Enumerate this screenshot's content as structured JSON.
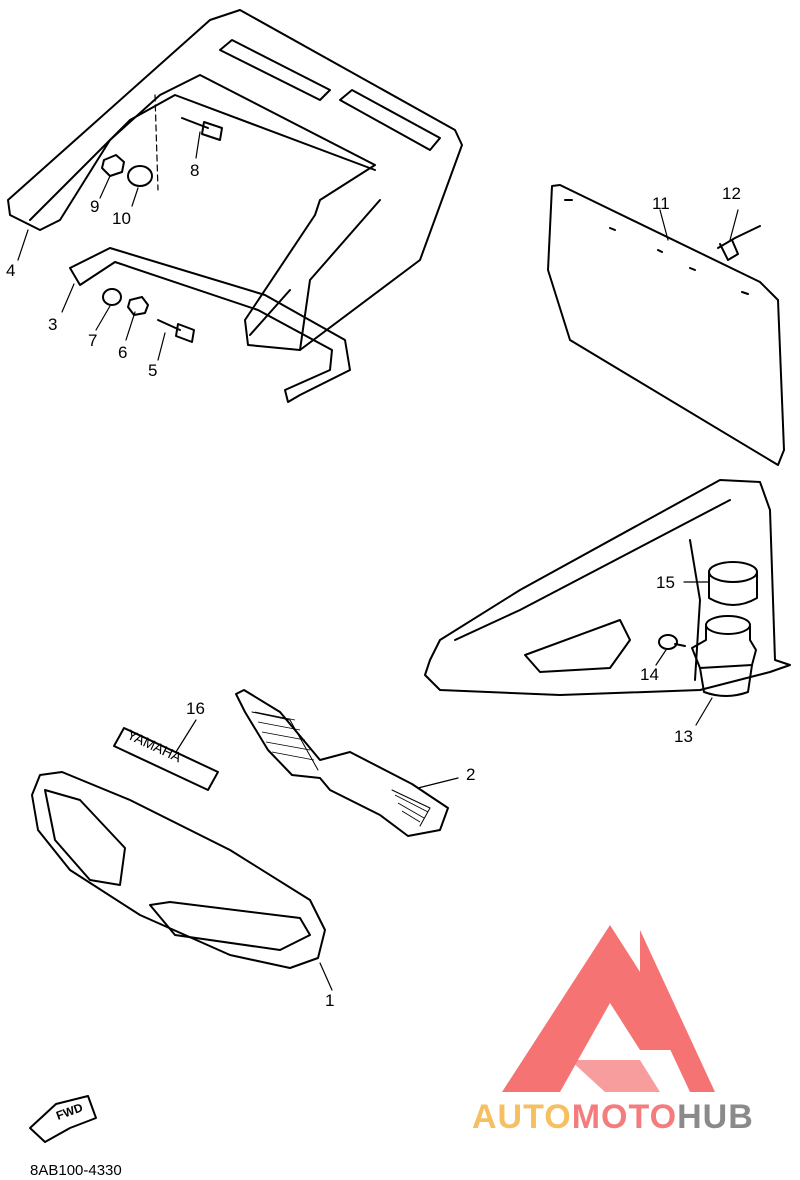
{
  "diagram": {
    "part_code": "8AB100-4330",
    "fwd_label": "FWD",
    "emblem_text": "YAMAHA",
    "callouts": [
      "1",
      "2",
      "3",
      "4",
      "5",
      "6",
      "7",
      "8",
      "9",
      "10",
      "11",
      "12",
      "13",
      "14",
      "15",
      "16"
    ]
  },
  "watermark": {
    "part1": "AUTO",
    "part2": "MOTO",
    "part3": "HUB",
    "colors": {
      "auto": "#f6bf62",
      "moto": "#f47c7c",
      "hub": "#8a8a8a",
      "triangle": "#f45b5b"
    }
  }
}
